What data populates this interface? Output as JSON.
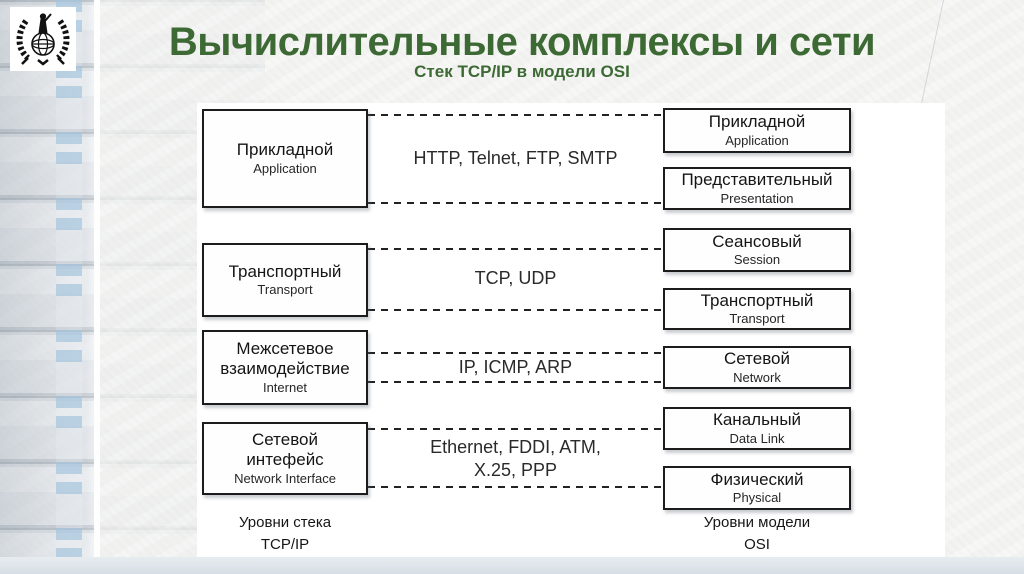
{
  "slide": {
    "title": "Вычислительные комплексы и сети",
    "subtitle": "Стек TCP/IP в модели OSI"
  },
  "colors": {
    "title_green": "#3d6a34",
    "box_border": "#1c1c1c",
    "background": "#f3f3f1",
    "bottom_strip": "#dce3e9"
  },
  "icons": {
    "emblem": "laurel-wreath-globe-statue-emblem"
  },
  "tcpip": {
    "caption": "Уровни стека\nTCP/IP",
    "layers": [
      {
        "ru": "Прикладной",
        "en": "Application"
      },
      {
        "ru": "Транспортный",
        "en": "Transport"
      },
      {
        "ru": "Межсетевое\nвзаимодействие",
        "en": "Internet"
      },
      {
        "ru": "Сетевой\nинтефейс",
        "en": "Network Interface"
      }
    ]
  },
  "protocols": [
    {
      "label": "HTTP, Telnet, FTP, SMTP"
    },
    {
      "label": "TCP, UDP"
    },
    {
      "label": "IP, ICMP, ARP"
    },
    {
      "label": "Ethernet, FDDI, ATM,\nX.25, PPP"
    }
  ],
  "osi": {
    "caption": "Уровни модели\nOSI",
    "layers": [
      {
        "ru": "Прикладной",
        "en": "Application"
      },
      {
        "ru": "Представительный",
        "en": "Presentation"
      },
      {
        "ru": "Сеансовый",
        "en": "Session"
      },
      {
        "ru": "Транспортный",
        "en": "Transport"
      },
      {
        "ru": "Сетевой",
        "en": "Network"
      },
      {
        "ru": "Канальный",
        "en": "Data Link"
      },
      {
        "ru": "Физический",
        "en": "Physical"
      }
    ]
  }
}
